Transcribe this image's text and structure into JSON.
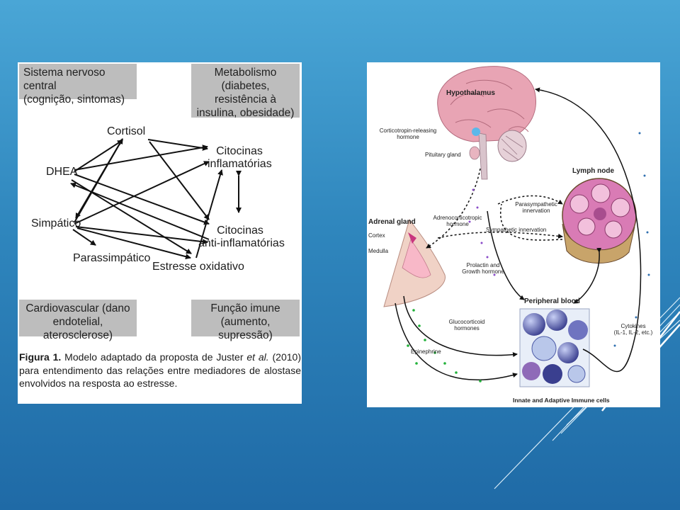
{
  "left_figure": {
    "boxes": {
      "cns": [
        "Sistema nervoso central",
        "(cognição, sintomas)"
      ],
      "metabolism": [
        "Metabolismo",
        "(diabetes, resistência à",
        "insulina, obesidade)"
      ],
      "cardio": [
        "Cardiovascular (dano",
        "endotelial, aterosclerose)"
      ],
      "immune": [
        "Função imune",
        "(aumento, supressão)"
      ]
    },
    "nodes": {
      "cortisol": "Cortisol",
      "dhea": "DHEA",
      "simpatico": "Simpático",
      "parassimpatico": "Parassimpático",
      "citocinas_inflam": [
        "Citocinas",
        "inflamatórias"
      ],
      "citocinas_anti": [
        "Citocinas",
        "anti-inflamatórias"
      ],
      "estresse": "Estresse oxidativo"
    },
    "caption": {
      "label": "Figura 1.",
      "text_before": " Modelo adaptado da proposta de Juster ",
      "etal": "et al.",
      "text_after": " (2010) para entendimento das relações entre mediadores de alostase envolvidos na resposta ao estresse."
    }
  },
  "right_figure": {
    "labels": {
      "hypothalamus": "Hypothalamus",
      "crh": [
        "Corticotropin-releasing",
        "hormone"
      ],
      "pituitary": "Pituitary gland",
      "lymph_node": "Lymph node",
      "adrenal_gland": "Adrenal gland",
      "cortex": "Cortex",
      "medulla": "Medulla",
      "acth": [
        "Adrenocorticotropic",
        "hormone"
      ],
      "parasympathetic": [
        "Parasympathetic",
        "innervation"
      ],
      "sympathetic": "Sympathetic innervation",
      "prolactin": [
        "Prolactin and",
        "Growth hormone"
      ],
      "peripheral_blood": "Peripheral blood",
      "glucocorticoid": [
        "Glucocorticoid",
        "hormones"
      ],
      "epinephrine": "Epinephrine",
      "cytokines": [
        "Cytokines",
        "(IL-1, IL-2, etc.)"
      ],
      "immune_cells": "Innate and Adaptive Immune cells"
    },
    "colors": {
      "brain": "#e8a4b4",
      "lymph": "#d97bb5",
      "adrenal": "#f0d2c6",
      "cell_dark": "#3a3f8f",
      "cell_light": "#b9c7ea",
      "dots_green": "#22b23a",
      "dots_purple": "#8a4bc9",
      "dots_blue": "#2f6fb0"
    }
  }
}
